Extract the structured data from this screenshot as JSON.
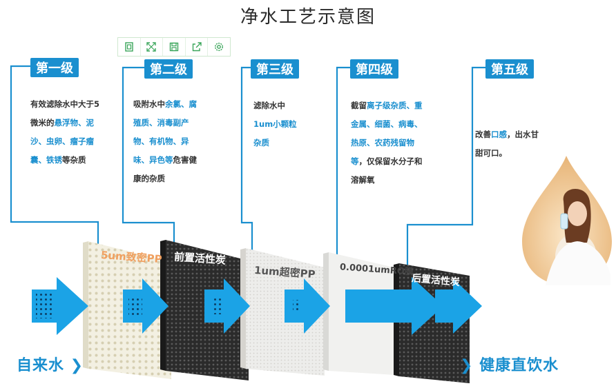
{
  "title": "净水工艺示意图",
  "toolbar": {
    "icons": [
      "copy-icon",
      "fullscreen-icon",
      "save-icon",
      "share-icon",
      "settings-icon"
    ]
  },
  "stages": [
    {
      "label": "第一级",
      "description": {
        "parts": [
          [
            "有效滤除水中大于5微米的",
            false
          ],
          [
            "悬浮物、泥沙、虫卵、瘤子瘤囊、铁锈",
            true
          ],
          [
            "等杂质",
            false
          ]
        ]
      }
    },
    {
      "label": "第二级",
      "description": {
        "parts": [
          [
            "吸附水中",
            false
          ],
          [
            "余氯、腐殖质、消毒副产物、有机物、异味、异色等",
            true
          ],
          [
            "危害健康的杂质",
            false
          ]
        ]
      }
    },
    {
      "label": "第三级",
      "description": {
        "parts": [
          [
            "滤除水中",
            false
          ],
          [
            "1um小颗粒杂质",
            true
          ]
        ]
      }
    },
    {
      "label": "第四级",
      "description": {
        "parts": [
          [
            "截留",
            false
          ],
          [
            "离子级杂质、重金属、细菌、病毒、热原、农药残留物等",
            true
          ],
          [
            "，仅保留水分子和溶解氧",
            false
          ]
        ]
      }
    },
    {
      "label": "第五级",
      "description": {
        "parts": [
          [
            "改善",
            false
          ],
          [
            "口感",
            true
          ],
          [
            "，出水甘甜可口。",
            false
          ]
        ]
      }
    }
  ],
  "filters": [
    {
      "label": "5um致密PP",
      "color": "#f0a060"
    },
    {
      "label": "前置活性炭",
      "color": "#ffffff"
    },
    {
      "label": "1um超密PP",
      "color": "#555555"
    },
    {
      "label": "0.0001umRO膜",
      "color": "#444444"
    },
    {
      "label": "后置活性炭",
      "color": "#ffffff"
    }
  ],
  "source_label": "自来水 ❯",
  "output_label": "❯ 健康直饮水",
  "colors": {
    "accent": "#1a8fcf",
    "arrow": "#1ba3e6"
  }
}
